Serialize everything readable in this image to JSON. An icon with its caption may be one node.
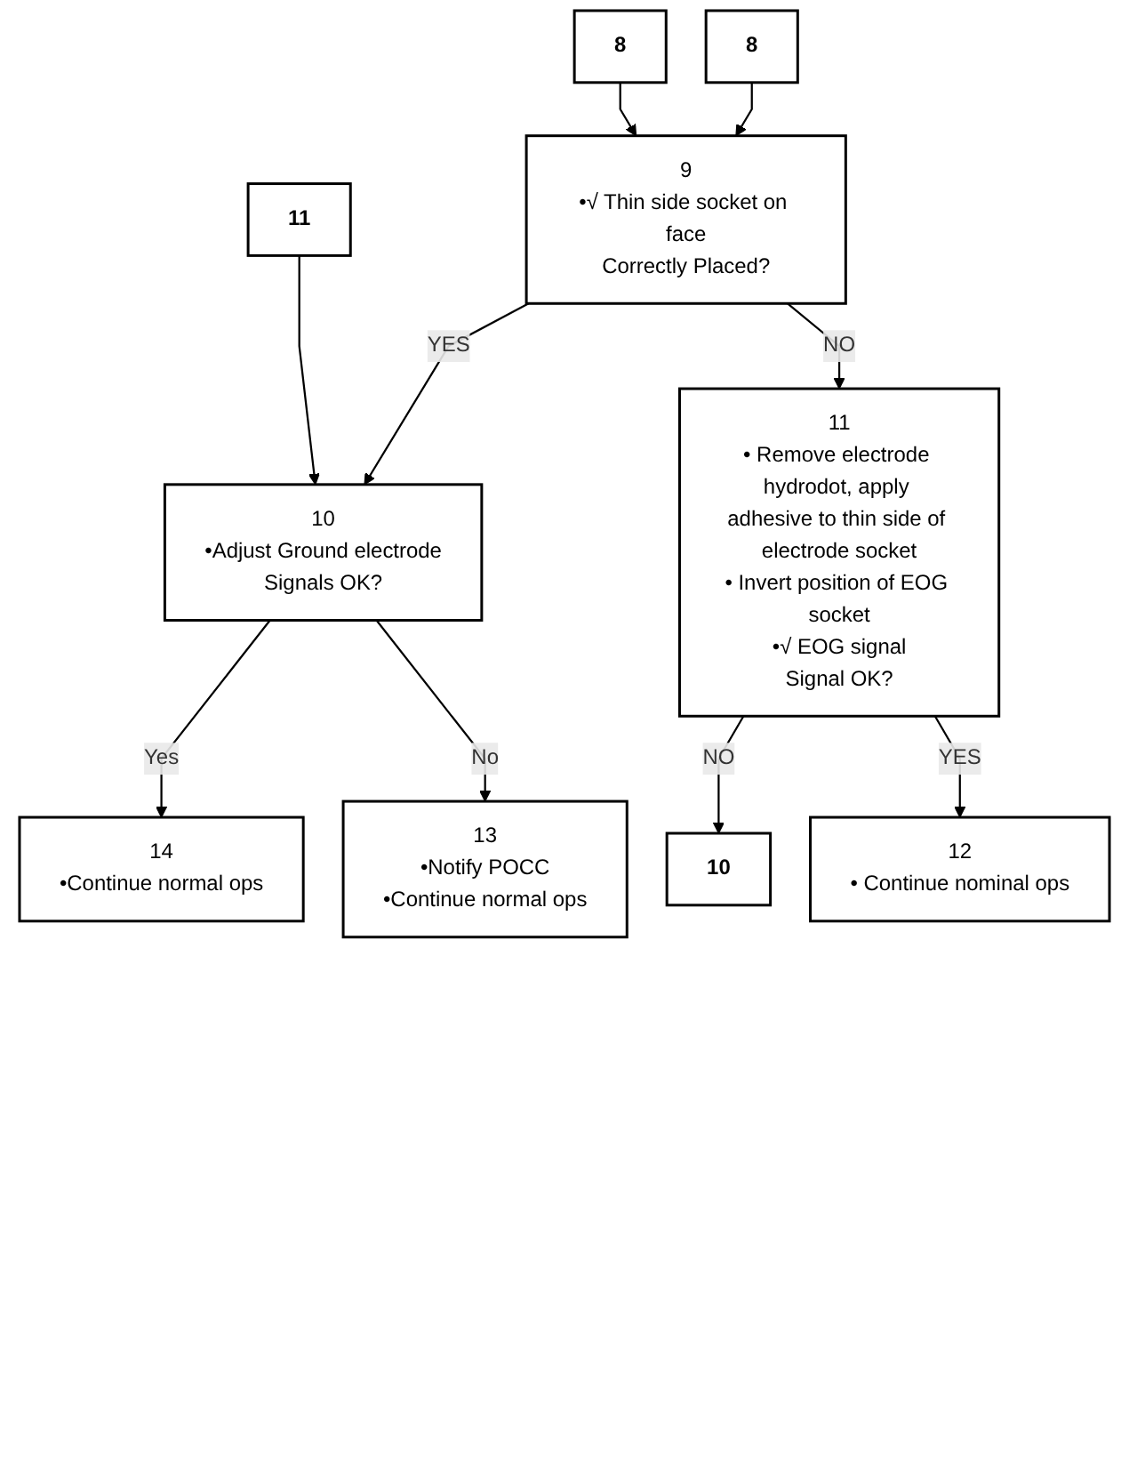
{
  "diagram": {
    "nodes": [
      {
        "text": [
          "8"
        ]
      },
      {
        "text": [
          "8"
        ]
      },
      {
        "text": [
          "9",
          "•√ Thin side socket on face",
          "Correctly Placed?"
        ]
      },
      {
        "text": [
          "11"
        ]
      },
      {
        "text": [
          "10",
          "•Adjust Ground electrode",
          "Signals OK?"
        ]
      },
      {
        "text": [
          "11",
          "• Remove electrode hydrodot, apply adhesive to thin side of electrode socket",
          "• Invert position of EOG socket",
          "•√ EOG signal",
          "Signal OK?"
        ]
      },
      {
        "text": [
          "10"
        ]
      },
      {
        "text": [
          "13",
          "•Notify POCC",
          "•Continue normal ops"
        ]
      },
      {
        "text": [
          "14",
          "•Continue normal ops"
        ]
      },
      {
        "text": [
          "12",
          "• Continue nominal ops"
        ]
      }
    ],
    "edges": [
      {
        "from": 0,
        "to": 2,
        "arrow": "to"
      },
      {
        "from": 1,
        "to": 2,
        "arrow": "to"
      },
      {
        "from": 2,
        "to": 4,
        "arrow": "to",
        "label": "YES"
      },
      {
        "from": 3,
        "to": 4,
        "arrow": "to"
      },
      {
        "from": 2,
        "to": 5,
        "arrow": "to",
        "label": "NO"
      },
      {
        "from": 5,
        "to": 6,
        "arrow": "to",
        "label": "NO"
      },
      {
        "from": 5,
        "to": 9,
        "arrow": "to",
        "label": "YES"
      },
      {
        "from": 4,
        "to": 8,
        "arrow": "to",
        "label": "Yes"
      },
      {
        "from": 4,
        "to": 7,
        "arrow": "to",
        "label": "No"
      }
    ]
  }
}
